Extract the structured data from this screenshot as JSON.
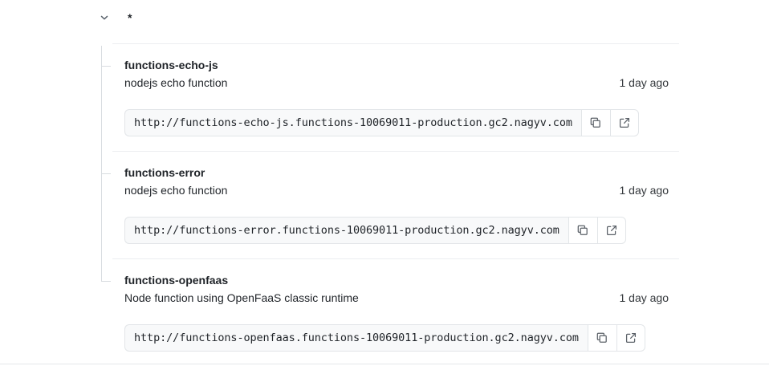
{
  "header": {
    "chevron_icon": "chevron-down-icon",
    "title": "*"
  },
  "icons": {
    "copy": "copy-icon",
    "external_link": "external-link-icon"
  },
  "items": [
    {
      "name": "functions-echo-js",
      "description": "nodejs echo function",
      "time": "1 day ago",
      "url": "http://functions-echo-js.functions-10069011-production.gc2.nagyv.com"
    },
    {
      "name": "functions-error",
      "description": "nodejs echo function",
      "time": "1 day ago",
      "url": "http://functions-error.functions-10069011-production.gc2.nagyv.com"
    },
    {
      "name": "functions-openfaas",
      "description": "Node function using OpenFaaS classic runtime",
      "time": "1 day ago",
      "url": "http://functions-openfaas.functions-10069011-production.gc2.nagyv.com"
    }
  ],
  "colors": {
    "text": "#1f2328",
    "border": "#e2e5e8",
    "field_bg": "#f8f9fa",
    "tree_line": "#d8dce0"
  }
}
